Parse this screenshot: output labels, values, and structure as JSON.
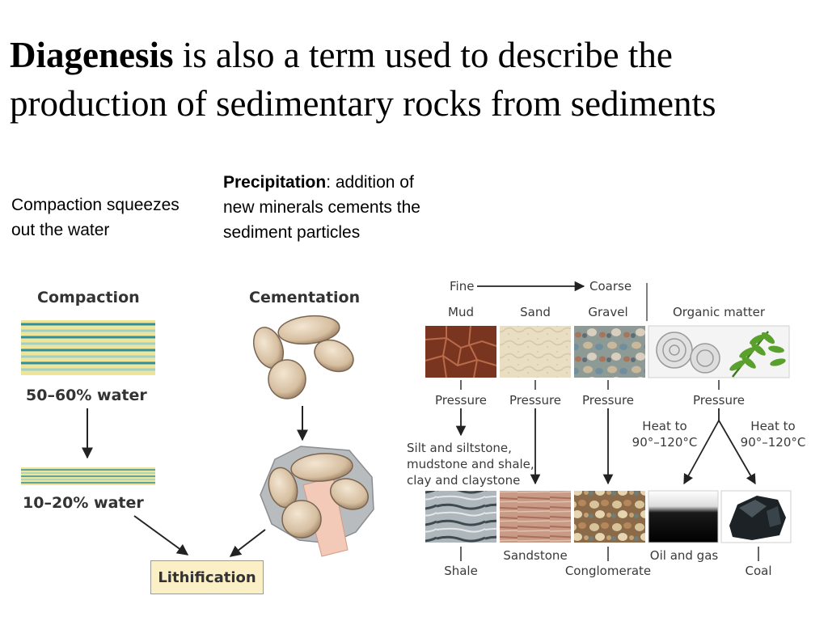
{
  "title": {
    "bold": "Diagenesis",
    "rest": " is also a term used to describe the production of sedimentary rocks from sediments"
  },
  "notes": {
    "compaction": "Compaction squeezes out the water",
    "precipitation_term": "Precipitation",
    "precipitation_rest": ": addition of new minerals cements the sediment particles"
  },
  "left_panel": {
    "compaction_heading": "Compaction",
    "cementation_heading": "Cementation",
    "water_high": "50–60% water",
    "water_low": "10–20% water",
    "result": "Lithification"
  },
  "right_panel": {
    "scale_fine": "Fine",
    "scale_coarse": "Coarse",
    "sources": [
      "Mud",
      "Sand",
      "Gravel",
      "Organic matter"
    ],
    "process_pressure": "Pressure",
    "heat_left": "Heat to\n90°–120°C",
    "heat_right": "Heat to\n90°–120°C",
    "mud_products": "Silt and siltstone,\nmudstone and shale,\nclay and claystone",
    "rocks": [
      "Shale",
      "Sandstone",
      "Conglomerate",
      "Oil and gas",
      "Coal"
    ]
  },
  "colors": {
    "arrow": "#222222",
    "lithification_fill": "#fbefc6",
    "mud": "#7a3520",
    "sand": "#e8dcc0",
    "water_stripe": "#2f8f9a",
    "sediment_yellow": "#efe59a"
  }
}
